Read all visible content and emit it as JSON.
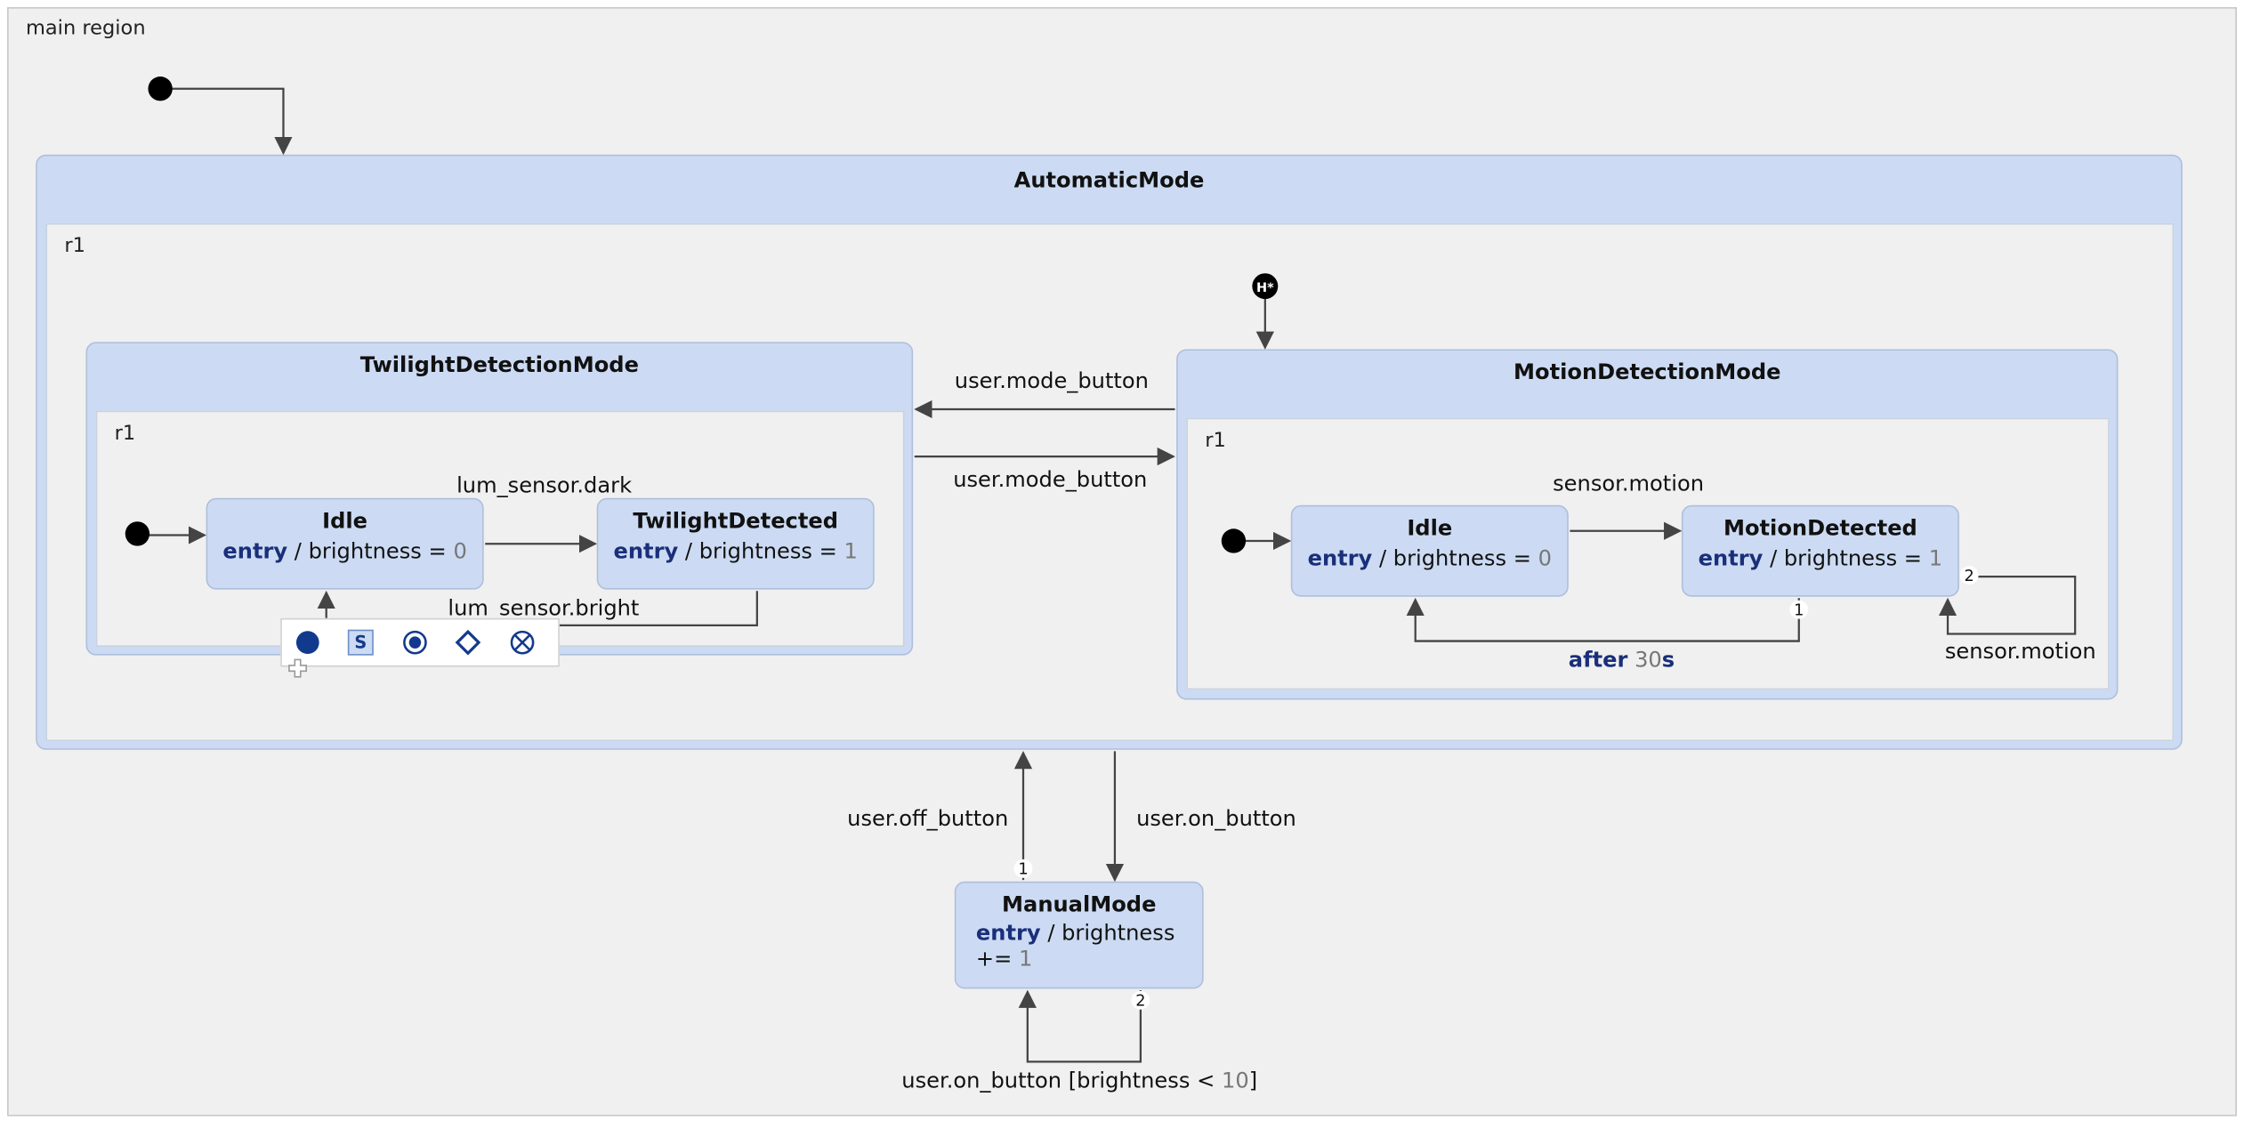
{
  "main_region": {
    "label": "main region"
  },
  "automatic_mode": {
    "title": "AutomaticMode",
    "region": "r1"
  },
  "twilight_mode": {
    "title": "TwilightDetectionMode",
    "region": "r1",
    "idle": {
      "name": "Idle",
      "kw": "entry",
      "op": "/ brightness =",
      "val": "0"
    },
    "detected": {
      "name": "TwilightDetected",
      "kw": "entry",
      "op": "/ brightness =",
      "val": "1"
    },
    "t_dark": "lum_sensor.dark",
    "t_bright": "lum_sensor.bright"
  },
  "motion_mode": {
    "title": "MotionDetectionMode",
    "region": "r1",
    "idle": {
      "name": "Idle",
      "kw": "entry",
      "op": "/ brightness =",
      "val": "0"
    },
    "detected": {
      "name": "MotionDetected",
      "kw": "entry",
      "op": "/ brightness =",
      "val": "1"
    },
    "t_motion": "sensor.motion",
    "t_after_kw": "after",
    "t_after_val": "30",
    "t_after_unit": "s",
    "t_self": "sensor.motion",
    "prio_1": "1",
    "prio_2": "2"
  },
  "history": {
    "label": "H*"
  },
  "transitions": {
    "mode_button_left": "user.mode_button",
    "mode_button_right": "user.mode_button",
    "off_button": "user.off_button",
    "on_button": "user.on_button",
    "self_prefix": "user.on_button [brightness <",
    "self_val": "10",
    "self_suffix": "]",
    "prio_off": "1",
    "prio_self": "2"
  },
  "manual_mode": {
    "name": "ManualMode",
    "kw": "entry",
    "op": "/ brightness",
    "op2": "+=",
    "val": "1"
  },
  "palette": {
    "items": [
      "initial-state-icon",
      "state-icon",
      "final-state-icon",
      "choice-icon",
      "exit-point-icon"
    ],
    "state_glyph": "S"
  },
  "colors": {
    "state_fill": "#ccdbf3",
    "state_border": "#aebfdc",
    "keyword": "#1a2f7a",
    "region_bg": "#f0f0f0"
  }
}
